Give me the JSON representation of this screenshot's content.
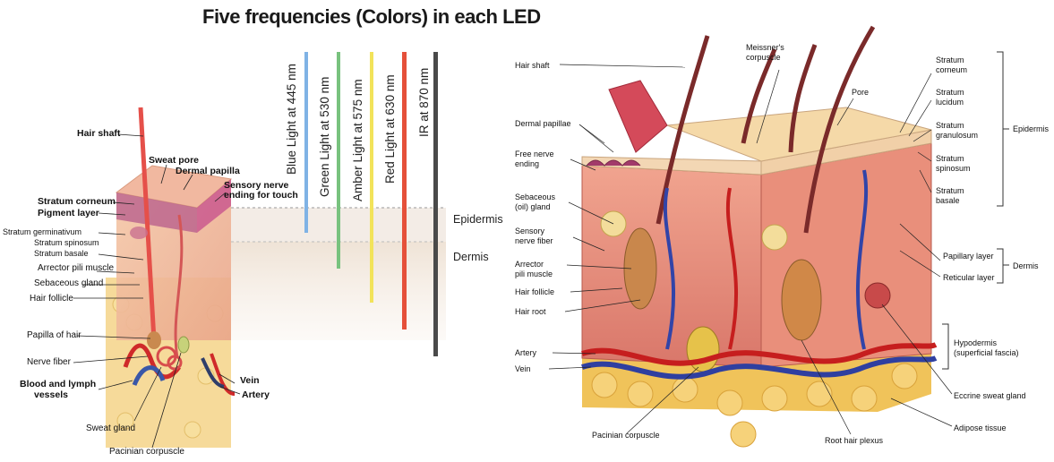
{
  "left": {
    "title": "Five frequencies (Colors) in each LED",
    "wavelengths": [
      {
        "label": "Blue Light at 445 nm",
        "color": "#7fb2e5"
      },
      {
        "label": "Green Light at 530 nm",
        "color": "#78c27e"
      },
      {
        "label": "Amber Light at 575 nm",
        "color": "#f2e35a"
      },
      {
        "label": "Red Light at 630 nm",
        "color": "#e5503a"
      },
      {
        "label": "IR at 870 nm",
        "color": "#4a4a4a"
      }
    ],
    "layers": {
      "epidermis": "Epidermis",
      "dermis": "Dermis"
    },
    "labels": {
      "hair_shaft": "Hair shaft",
      "sweat_pore": "Sweat pore",
      "dermal_papilla": "Dermal papilla",
      "sensory_nerve_1": "Sensory nerve",
      "sensory_nerve_2": "ending for touch",
      "stratum_corneum": "Stratum corneum",
      "pigment_layer": "Pigment layer",
      "stratum_germinativum": "Stratum germinativum",
      "stratum_spinosum": "Stratum spinosum",
      "stratum_basale": "Stratum basale",
      "arrector_pili": "Arrector pili muscle",
      "sebaceous_gland": "Sebaceous gland",
      "hair_follicle": "Hair follicle",
      "papilla_of_hair": "Papilla of hair",
      "nerve_fiber": "Nerve fiber",
      "blood_lymph_1": "Blood and lymph",
      "blood_lymph_2": "vessels",
      "sweat_gland": "Sweat gland",
      "pacinian": "Pacinian corpuscle",
      "vein": "Vein",
      "artery": "Artery"
    }
  },
  "right": {
    "labels": {
      "hair_shaft": "Hair shaft",
      "meissner_1": "Meissner's",
      "meissner_2": "corpuscle",
      "pore": "Pore",
      "dermal_papillae": "Dermal papillae",
      "free_nerve_1": "Free nerve",
      "free_nerve_2": "ending",
      "sebaceous_1": "Sebaceous",
      "sebaceous_2": "(oil) gland",
      "sensory_1": "Sensory",
      "sensory_2": "nerve fiber",
      "arrector_1": "Arrector",
      "arrector_2": "pili muscle",
      "hair_follicle": "Hair follicle",
      "hair_root": "Hair root",
      "artery": "Artery",
      "vein": "Vein",
      "pacinian": "Pacinian corpuscle",
      "root_plexus": "Root hair plexus",
      "adipose": "Adipose tissue",
      "eccrine": "Eccrine sweat gland",
      "hypodermis_1": "Hypodermis",
      "hypodermis_2": "(superficial fascia)",
      "papillary": "Papillary layer",
      "reticular": "Reticular layer",
      "dermis": "Dermis",
      "epidermis": "Epidermis",
      "corneum_1": "Stratum",
      "corneum_2": "corneum",
      "lucidum_1": "Stratum",
      "lucidum_2": "lucidum",
      "granulosum_1": "Stratum",
      "granulosum_2": "granulosum",
      "spinosum_1": "Stratum",
      "spinosum_2": "spinosum",
      "basale_1": "Stratum",
      "basale_2": "basale"
    }
  }
}
